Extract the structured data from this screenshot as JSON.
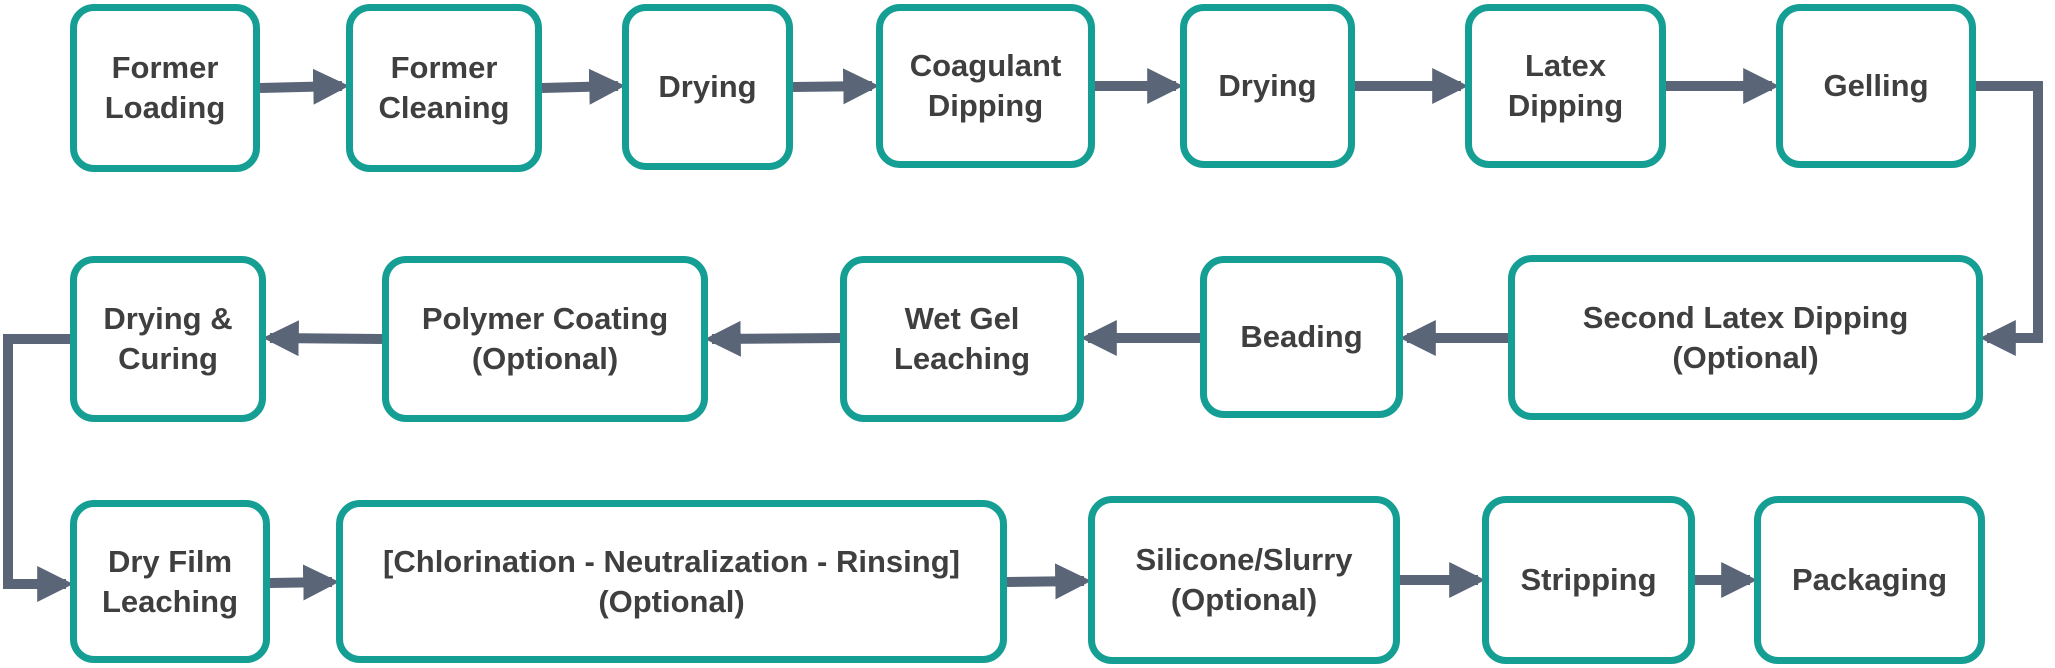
{
  "colors": {
    "box_border": "#159e93",
    "arrow": "#5a6577",
    "text": "#3f3f3f",
    "background": "#ffffff"
  },
  "steps": [
    {
      "id": "former-loading",
      "label": "Former\nLoading"
    },
    {
      "id": "former-cleaning",
      "label": "Former\nCleaning"
    },
    {
      "id": "drying-1",
      "label": "Drying"
    },
    {
      "id": "coagulant-dipping",
      "label": "Coagulant\nDipping"
    },
    {
      "id": "drying-2",
      "label": "Drying"
    },
    {
      "id": "latex-dipping",
      "label": "Latex\nDipping"
    },
    {
      "id": "gelling",
      "label": "Gelling"
    },
    {
      "id": "second-latex-dipping",
      "label": "Second Latex Dipping\n(Optional)"
    },
    {
      "id": "beading",
      "label": "Beading"
    },
    {
      "id": "wet-gel-leaching",
      "label": "Wet Gel\nLeaching"
    },
    {
      "id": "polymer-coating",
      "label": "Polymer Coating\n(Optional)"
    },
    {
      "id": "drying-curing",
      "label": "Drying &\nCuring"
    },
    {
      "id": "dry-film-leaching",
      "label": "Dry Film\nLeaching"
    },
    {
      "id": "chlorination",
      "label": "[Chlorination - Neutralization - Rinsing]\n(Optional)"
    },
    {
      "id": "silicone-slurry",
      "label": "Silicone/Slurry\n(Optional)"
    },
    {
      "id": "stripping",
      "label": "Stripping"
    },
    {
      "id": "packaging",
      "label": "Packaging"
    }
  ]
}
